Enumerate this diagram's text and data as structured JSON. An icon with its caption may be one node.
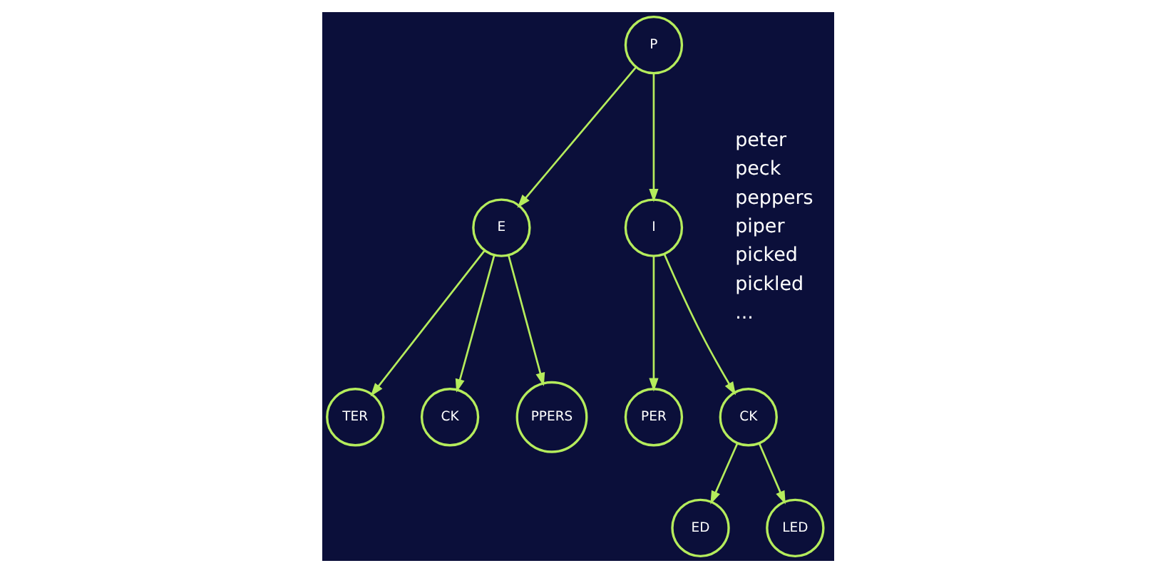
{
  "diagram": {
    "nodes": [
      {
        "text": [
          "P"
        ]
      },
      {
        "text": [
          "E"
        ]
      },
      {
        "text": [
          "I"
        ]
      },
      {
        "text": [
          "TER"
        ]
      },
      {
        "text": [
          "CK"
        ]
      },
      {
        "text": [
          "PPERS"
        ]
      },
      {
        "text": [
          "PER"
        ]
      },
      {
        "text": [
          "CK"
        ]
      },
      {
        "text": [
          "ED"
        ]
      },
      {
        "text": [
          "LED"
        ]
      }
    ],
    "edges": [
      {
        "from": 0,
        "to": 1,
        "arrow": "to"
      },
      {
        "from": 0,
        "to": 2,
        "arrow": "to"
      },
      {
        "from": 1,
        "to": 3,
        "arrow": "to"
      },
      {
        "from": 1,
        "to": 4,
        "arrow": "to"
      },
      {
        "from": 1,
        "to": 5,
        "arrow": "to"
      },
      {
        "from": 2,
        "to": 6,
        "arrow": "to"
      },
      {
        "from": 2,
        "to": 7,
        "arrow": "to"
      },
      {
        "from": 7,
        "to": 8,
        "arrow": "to"
      },
      {
        "from": 7,
        "to": 9,
        "arrow": "to"
      }
    ],
    "labels": [
      "peter",
      "peck",
      "peppers",
      "piper",
      "picked",
      "pickled",
      "..."
    ]
  }
}
